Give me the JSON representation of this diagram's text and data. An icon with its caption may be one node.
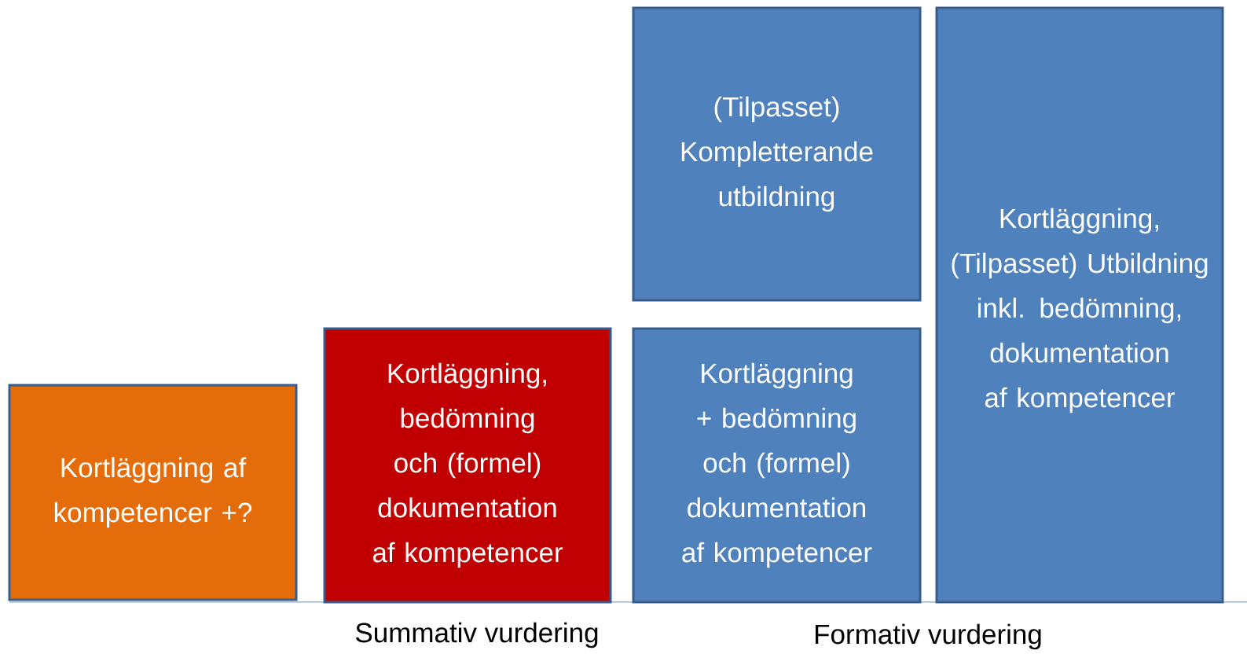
{
  "diagram": {
    "nodes": [
      {
        "text": [
          "Kortläggning af kompetencer +?"
        ]
      },
      {
        "text": [
          "Kortläggning, bedömning och (formel) dokumentation af kompetencer"
        ]
      },
      {
        "text": [
          "(Tilpasset) Kompletterande utbildning"
        ]
      },
      {
        "text": [
          "Kortläggning + bedömning och (formel) dokumentation af kompetencer"
        ]
      },
      {
        "text": [
          "Kortläggning, (Tilpasset) Utbildning inkl. bedömning, dokumentation af kompetencer"
        ]
      }
    ],
    "labels": [
      "Summativ vurdering",
      "Formativ vurdering"
    ]
  }
}
